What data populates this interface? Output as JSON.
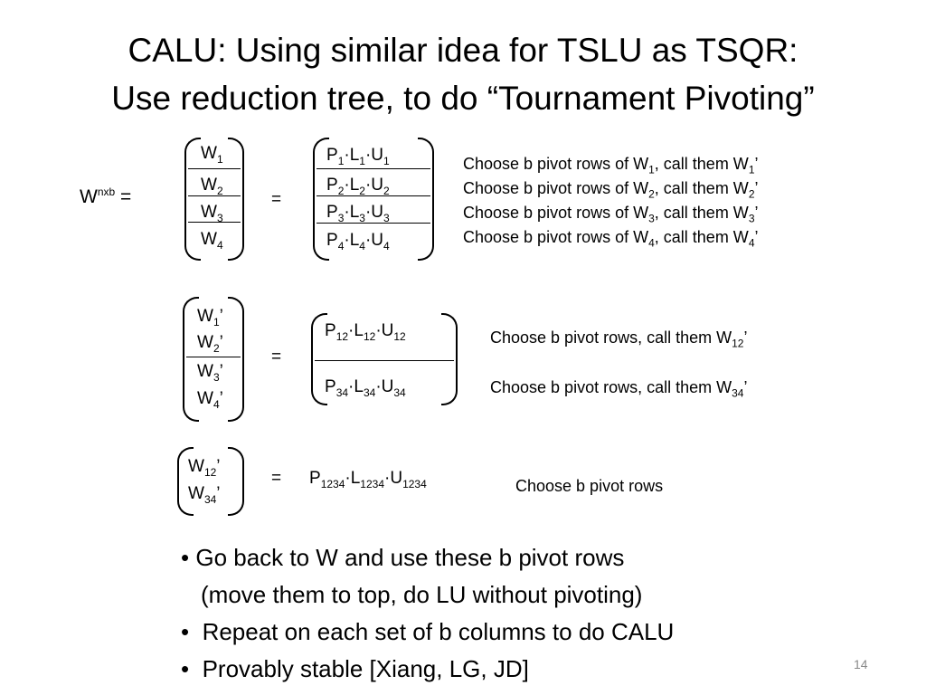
{
  "title": {
    "line1": "CALU: Using similar idea for TSLU as TSQR:",
    "line2": "Use reduction tree, to do “Tournament Pivoting”"
  },
  "stage1": {
    "lhs_base": "W",
    "lhs_sup": "nxb",
    "lhs_eq": "=",
    "eq": "=",
    "blocks": [
      {
        "name": "W",
        "sub": "1"
      },
      {
        "name": "W",
        "sub": "2"
      },
      {
        "name": "W",
        "sub": "3"
      },
      {
        "name": "W",
        "sub": "4"
      }
    ],
    "factors": [
      {
        "p": "P",
        "l": "L",
        "u": "U",
        "sub": "1",
        "dot": "·"
      },
      {
        "p": "P",
        "l": "L",
        "u": "U",
        "sub": "2",
        "dot": "·"
      },
      {
        "p": "P",
        "l": "L",
        "u": "U",
        "sub": "3",
        "dot": "·"
      },
      {
        "p": "P",
        "l": "L",
        "u": "U",
        "sub": "4",
        "dot": "·"
      }
    ],
    "notes": [
      {
        "pre": "Choose b pivot rows of W",
        "sub1": "1",
        "mid": ", call them W",
        "sub2": "1",
        "post": "’"
      },
      {
        "pre": "Choose b pivot rows of W",
        "sub1": "2",
        "mid": ", call them W",
        "sub2": "2",
        "post": "’"
      },
      {
        "pre": "Choose b pivot rows of W",
        "sub1": "3",
        "mid": ", call them W",
        "sub2": "3",
        "post": "’"
      },
      {
        "pre": "Choose b pivot rows of W",
        "sub1": "4",
        "mid": ", call them W",
        "sub2": "4",
        "post": "’"
      }
    ]
  },
  "stage2": {
    "eq": "=",
    "blocks": [
      {
        "name": "W",
        "sub": "1",
        "prime": "’"
      },
      {
        "name": "W",
        "sub": "2",
        "prime": "’"
      },
      {
        "name": "W",
        "sub": "3",
        "prime": "’"
      },
      {
        "name": "W",
        "sub": "4",
        "prime": "’"
      }
    ],
    "factors": [
      {
        "p": "P",
        "l": "L",
        "u": "U",
        "sub": "12",
        "dot": "·"
      },
      {
        "p": "P",
        "l": "L",
        "u": "U",
        "sub": "34",
        "dot": "·"
      }
    ],
    "notes": [
      {
        "pre": "Choose b pivot rows, call them W",
        "sub": "12",
        "post": "’"
      },
      {
        "pre": "Choose b pivot rows, call them W",
        "sub": "34",
        "post": "’"
      }
    ]
  },
  "stage3": {
    "eq": "=",
    "blocks": [
      {
        "name": "W",
        "sub": "12",
        "prime": "’"
      },
      {
        "name": "W",
        "sub": "34",
        "prime": "’"
      }
    ],
    "factor": {
      "p": "P",
      "l": "L",
      "u": "U",
      "sub": "1234",
      "dot": "·"
    },
    "note": "Choose b pivot rows"
  },
  "bullets": [
    {
      "mark": "•",
      "text": "Go back to W and use these b pivot rows"
    },
    {
      "mark": "",
      "text": "(move them to top, do LU without pivoting)"
    },
    {
      "mark": "•",
      "text": "Repeat on each set of b columns to do CALU"
    },
    {
      "mark": "•",
      "text": "Provably stable [Xiang, LG, JD]"
    }
  ],
  "slide_number": "14"
}
